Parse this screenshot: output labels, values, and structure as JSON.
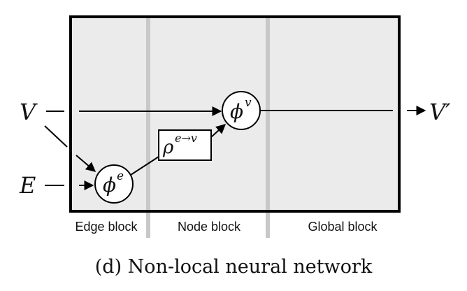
{
  "diagram": {
    "blocks": [
      {
        "id": "edge",
        "label": "Edge block"
      },
      {
        "id": "node",
        "label": "Node block"
      },
      {
        "id": "global",
        "label": "Global block"
      }
    ],
    "inputs": {
      "v": "V",
      "e": "E"
    },
    "output": {
      "v": "V′"
    },
    "functions": {
      "edge_update": {
        "base": "ϕ",
        "sup": "e"
      },
      "aggregation": {
        "base": "ρ",
        "sup": "e→v"
      },
      "node_update": {
        "base": "ϕ",
        "sup": "v"
      }
    },
    "caption": "(d) Non-local neural network",
    "colors": {
      "panel_fill": "#ebebeb",
      "divider": "#c8c8c8",
      "stroke": "#000000"
    }
  }
}
